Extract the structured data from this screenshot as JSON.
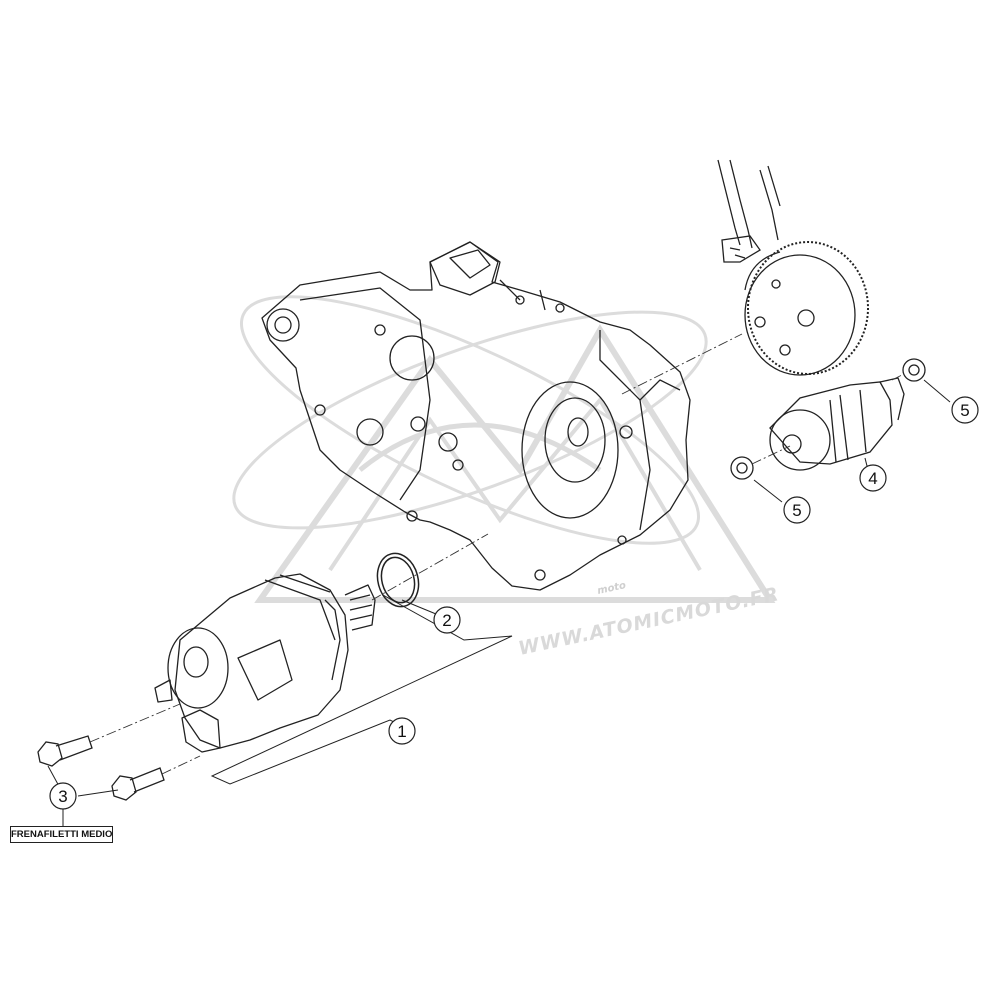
{
  "callouts": [
    {
      "id": "1",
      "label": "1"
    },
    {
      "id": "2",
      "label": "2"
    },
    {
      "id": "3",
      "label": "3"
    },
    {
      "id": "4",
      "label": "4"
    },
    {
      "id": "5a",
      "label": "5"
    },
    {
      "id": "5b",
      "label": "5"
    }
  ],
  "note": "FRENAFILETTI MEDIO",
  "watermark": {
    "url": "WWW.ATOMICMOTO.FR",
    "brand_small": "moto"
  },
  "colors": {
    "line": "#222222",
    "watermark": "#d9d9d9",
    "background": "#ffffff"
  }
}
